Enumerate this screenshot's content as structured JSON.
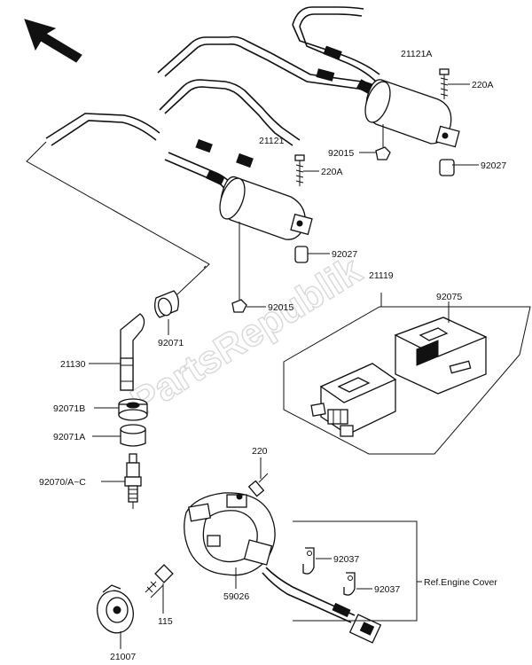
{
  "watermark": "PartsRepublik",
  "labels": {
    "p21121A": "21121A",
    "p220A_top": "220A",
    "p92015_top": "92015",
    "p92027_top": "92027",
    "p21121": "21121",
    "p220A_mid": "220A",
    "p92027_mid": "92027",
    "p92015_mid": "92015",
    "p21119": "21119",
    "p92075": "92075",
    "p92071": "92071",
    "p21130": "21130",
    "p92071B": "92071B",
    "p92071A": "92071A",
    "p92070": "92070/A~C",
    "p220": "220",
    "p92037_a": "92037",
    "p92037_b": "92037",
    "ref_engine_cover": "Ref.Engine Cover",
    "p59026": "59026",
    "p115": "115",
    "p21007": "21007"
  },
  "icons": {
    "direction": "front-direction-arrow-icon"
  }
}
